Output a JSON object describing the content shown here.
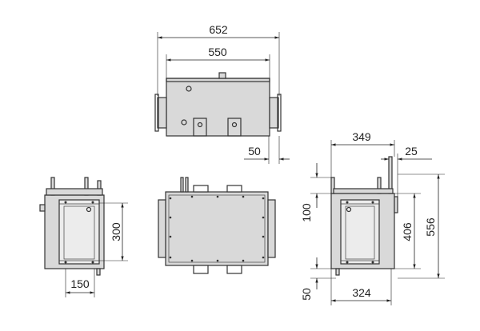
{
  "dimensions": {
    "top_overall_width": "652",
    "top_body_width": "550",
    "top_offset": "50",
    "side_width": "349",
    "side_flange": "25",
    "side_height_left": "100",
    "side_inner_height": "406",
    "side_total_height": "556",
    "side_bottom_offset": "50",
    "side_bottom_width": "324",
    "front_height": "300",
    "front_width": "150"
  }
}
